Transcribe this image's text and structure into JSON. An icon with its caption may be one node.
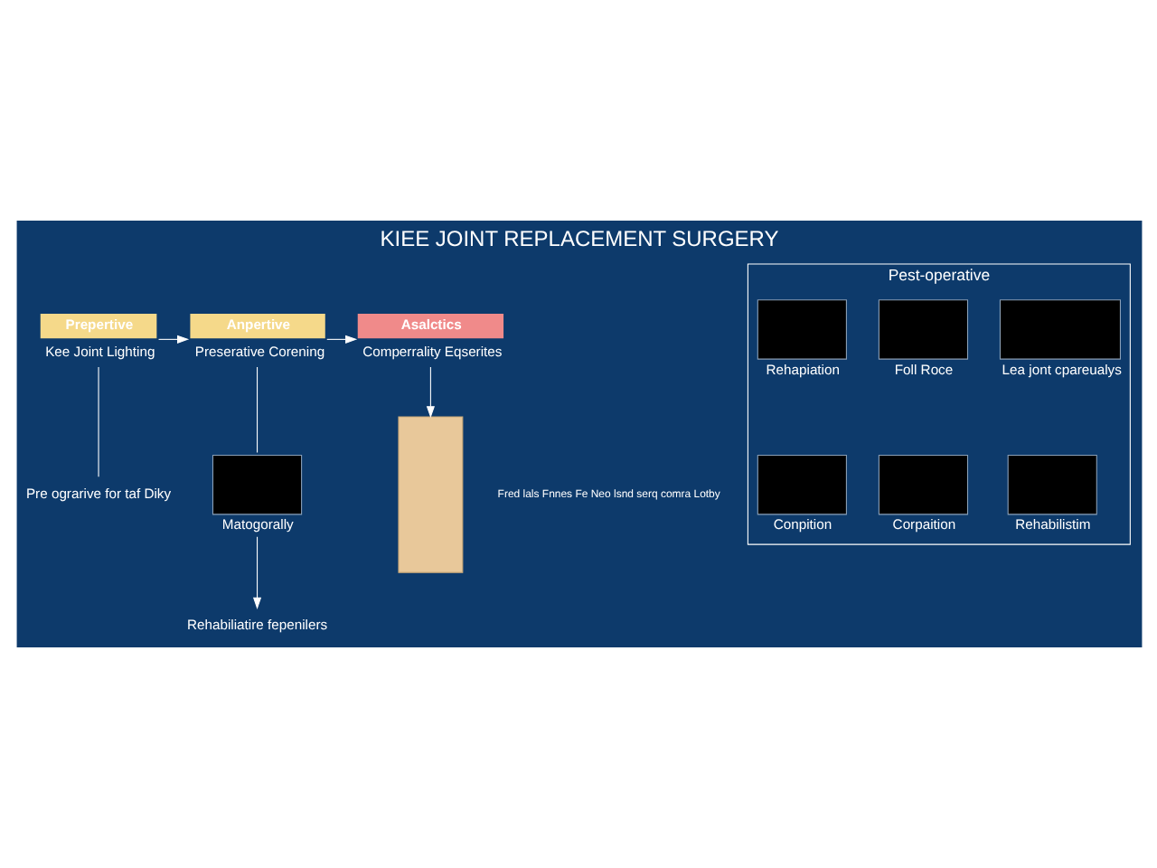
{
  "diagram": {
    "title": "KIEE JOINT REPLACEMENT SURGERY",
    "nodes": [
      {
        "text": [
          "Prepertive",
          "Kee Joint Lighting"
        ]
      },
      {
        "text": [
          "Anpertive",
          "Preserative Corening"
        ]
      },
      {
        "text": [
          "Asalctics",
          "Comperrality Eqserites"
        ]
      },
      {
        "text": [],
        "shape": "box"
      },
      {
        "text": [
          "Pre ograrive for taf Diky"
        ]
      },
      {
        "text": [
          "Matogorally"
        ]
      },
      {
        "text": [
          "Rehabiliatire fepenilers"
        ]
      },
      {
        "text": [
          "Pest-operative"
        ]
      },
      {
        "text": [
          "Rehapiation"
        ],
        "in": 7
      },
      {
        "text": [
          "Foll Roce"
        ],
        "in": 7
      },
      {
        "text": [
          "Lea jont cpareualys"
        ],
        "in": 7
      },
      {
        "text": [
          "Conpition"
        ],
        "in": 7
      },
      {
        "text": [
          "Corpaition"
        ],
        "in": 7
      },
      {
        "text": [
          "Rehabilistim"
        ],
        "in": 7
      }
    ],
    "edges": [
      {
        "from": 0,
        "to": 1,
        "arrow": "to"
      },
      {
        "from": 1,
        "to": 2,
        "arrow": "to"
      },
      {
        "from": 2,
        "to": 3,
        "arrow": "to"
      },
      {
        "from": 0,
        "to": 4,
        "arrow": "none"
      },
      {
        "from": 1,
        "to": 5,
        "arrow": "none"
      },
      {
        "from": 5,
        "to": 6,
        "arrow": "to"
      }
    ],
    "labels": [
      "Fred lals Fnnes Fe Neo lsnd serq comra Lotby"
    ]
  }
}
